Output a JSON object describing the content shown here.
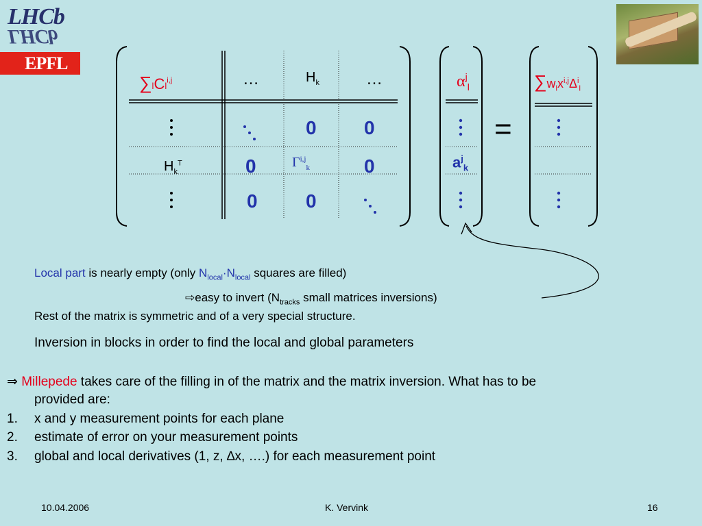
{
  "logos": {
    "lhcb": "LHCb",
    "epfl": "EPFL"
  },
  "matrix": {
    "sum_c": "∑",
    "sum_c_sub": "l",
    "sum_c_mid": "C",
    "sum_c_sub2": "l",
    "sum_c_sup": "i,j",
    "dots_h": "…",
    "h_k": "H",
    "h_k_sub": "k",
    "h_kt": "H",
    "h_kt_sub": "k",
    "h_kt_sup": "T",
    "gamma": "Γ",
    "gamma_sup": "i,j",
    "gamma_sub": "k",
    "zero": "0",
    "alpha": "α",
    "alpha_sup": "j",
    "alpha_sub": "l",
    "a": "a",
    "a_sup": "j",
    "a_sub": "k",
    "equals": "=",
    "rhs_sum": "∑",
    "rhs_w": "w",
    "rhs_w_sub": "l",
    "rhs_x": "x",
    "rhs_x_sup": "i,j",
    "rhs_delta": "Δ",
    "rhs_delta_sup": "i",
    "rhs_delta_sub": "l"
  },
  "notes": {
    "line1_a": "Local part",
    "line1_b": " is nearly empty (only ",
    "line1_n1": "N",
    "line1_sub1": "local",
    "line1_dot": "·",
    "line1_n2": "N",
    "line1_sub2": "local",
    "line1_c": " squares are filled)",
    "line2_arrow": "⇨",
    "line2_a": "easy to invert (N",
    "line2_sub": "tracks",
    "line2_b": " small matrices inversions)",
    "line3": "Rest of the matrix is symmetric and of a very special structure.",
    "line4": "Inversion in blocks in order to find the local and global parameters"
  },
  "body": {
    "arrow": "⇒",
    "millepede": "Millepede",
    "intro_a": " takes care of the filling in of the matrix and the matrix inversion.  What has to be",
    "intro_b": "provided are:",
    "items": [
      {
        "num": "1.",
        "text": "x and y measurement points for each plane"
      },
      {
        "num": "2.",
        "text": "estimate of error on your measurement points"
      },
      {
        "num": "3.",
        "text": "global and local derivatives (1, z, ∆x, ….) for each measurement point"
      }
    ]
  },
  "footer": {
    "date": "10.04.2006",
    "author": "K. Vervink",
    "page": "16"
  },
  "colors": {
    "background": "#bfe3e6",
    "accent_red": "#e4001b",
    "matrix_blue": "#2233aa"
  }
}
